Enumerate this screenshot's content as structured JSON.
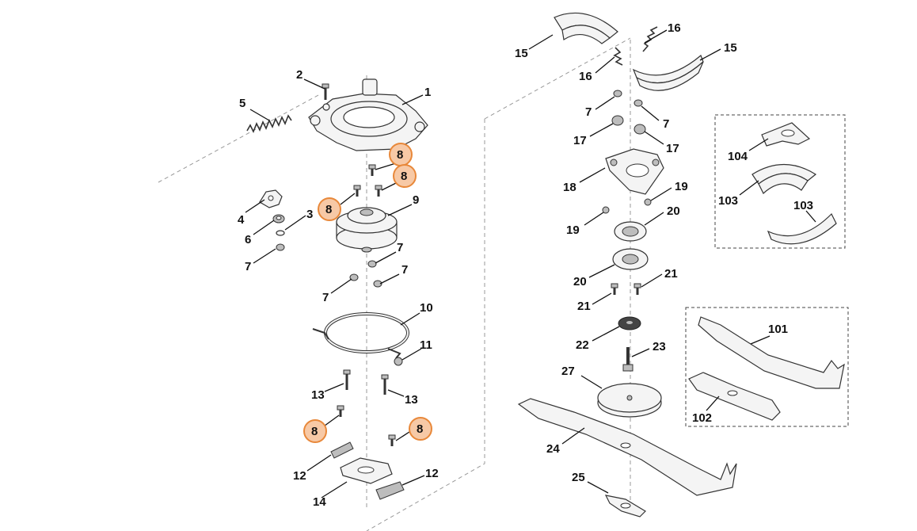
{
  "labels": {
    "l1": "1",
    "l2": "2",
    "l3": "3",
    "l4": "4",
    "l5": "5",
    "l6": "6",
    "l7a": "7",
    "l7b": "7",
    "l7c": "7",
    "l7d": "7",
    "l8a": "8",
    "l8b": "8",
    "l8c": "8",
    "l8d": "8",
    "l8e": "8",
    "l9": "9",
    "l10": "10",
    "l11": "11",
    "l12a": "12",
    "l12b": "12",
    "l13a": "13",
    "l13b": "13",
    "l14": "14",
    "l15a": "15",
    "l15b": "15",
    "l16a": "16",
    "l16b": "16",
    "l7e": "7",
    "l7f": "7",
    "l17a": "17",
    "l17b": "17",
    "l18": "18",
    "l19a": "19",
    "l19b": "19",
    "l20a": "20",
    "l20b": "20",
    "l21a": "21",
    "l21b": "21",
    "l22": "22",
    "l23": "23",
    "l24": "24",
    "l25": "25",
    "l27": "27",
    "l101": "101",
    "l102": "102",
    "l103a": "103",
    "l103b": "103",
    "l104": "104"
  },
  "colors": {
    "highlight_fill": "#f7c9a6",
    "highlight_stroke": "#e8883a",
    "line": "#111111"
  }
}
